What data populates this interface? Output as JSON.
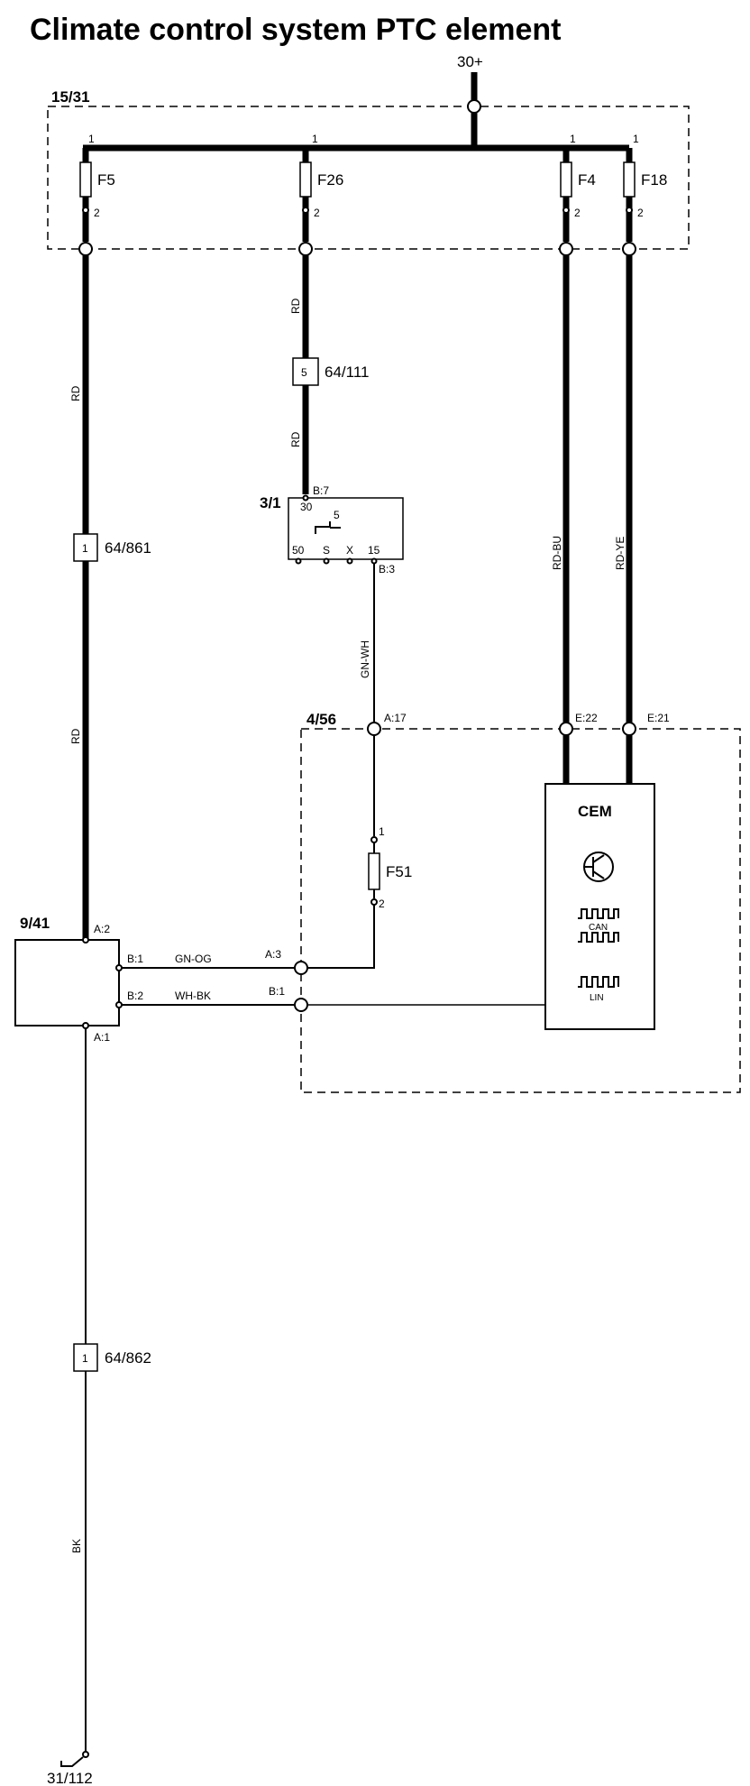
{
  "title": "Climate control system PTC element",
  "supply": "30+",
  "ground": "31/112",
  "modules": {
    "fuse_box": "15/31",
    "relay": "3/1",
    "cem_box": "4/56",
    "ptc": "9/41"
  },
  "cem_label": "CEM",
  "cem_can": "CAN",
  "cem_lin": "LIN",
  "fuses": {
    "f5": "F5",
    "f26": "F26",
    "f4": "F4",
    "f18": "F18",
    "f51": "F51"
  },
  "fuse_pins": {
    "one": "1",
    "two": "2"
  },
  "connectors": {
    "c1": {
      "pin": "1",
      "name": "64/861"
    },
    "c2": {
      "pin": "5",
      "name": "64/111"
    },
    "c3": {
      "pin": "1",
      "name": "64/862"
    }
  },
  "relay_pins": {
    "p30": "30",
    "p50": "50",
    "pS": "S",
    "pX": "X",
    "p15": "15",
    "p5": "5"
  },
  "pins": {
    "b7": "B:7",
    "b3": "B:3",
    "a17": "A:17",
    "e22": "E:22",
    "e21": "E:21",
    "a2": "A:2",
    "b1": "B:1",
    "b2": "B:2",
    "a1": "A:1",
    "a3": "A:3",
    "cb1": "B:1"
  },
  "wires": {
    "rd1": "RD",
    "rd2": "RD",
    "rd3": "RD",
    "rd4": "RD",
    "gnwh": "GN-WH",
    "rdbu": "RD-BU",
    "rdye": "RD-YE",
    "gnog": "GN-OG",
    "whbk": "WH-BK",
    "bk": "BK"
  }
}
